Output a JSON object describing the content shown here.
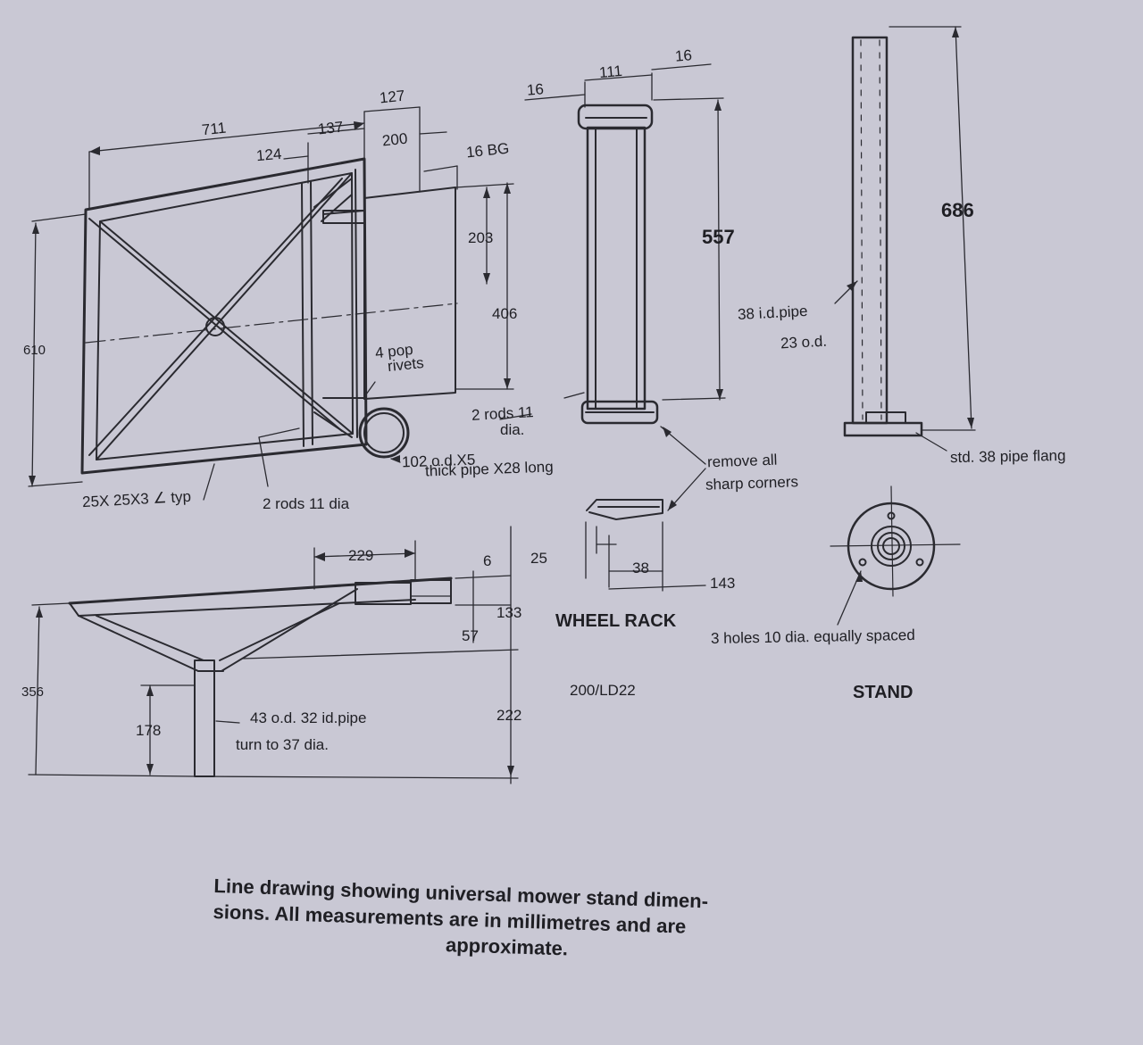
{
  "main_frame": {
    "dims": {
      "d711": "711",
      "d137": "137",
      "d124": "124",
      "d127": "127",
      "d200": "200",
      "d16bg": "16 BG",
      "d203": "203",
      "d406": "406",
      "d610": "610"
    },
    "notes": {
      "pop_rivets_1": "4 pop",
      "pop_rivets_2": "rivets",
      "rods_right_1": "2 rods 11",
      "rods_right_2": "dia.",
      "pipe_1": "102 o.d.X5",
      "pipe_2": "thick pipe X28 long",
      "angle": "25X 25X3 ∠ typ",
      "rods_bottom": "2 rods 11 dia"
    }
  },
  "side_view": {
    "dims": {
      "d229": "229",
      "d6": "6",
      "d133": "133",
      "d57": "57",
      "d222": "222",
      "d356": "356",
      "d178": "178"
    },
    "notes": {
      "pipe_1": "43 o.d. 32 id.pipe",
      "pipe_2": "turn to 37 dia."
    }
  },
  "wheel_rack": {
    "title": "WHEEL RACK",
    "code": "200/LD22",
    "dims": {
      "d16a": "16",
      "d111": "111",
      "d16b": "16",
      "d557": "557",
      "d25": "25",
      "d38": "38",
      "d143": "143"
    },
    "notes": {
      "corners_1": "remove all",
      "corners_2": "sharp corners"
    }
  },
  "stand": {
    "title": "STAND",
    "dims": {
      "d686": "686"
    },
    "notes": {
      "pipe_1": "38 i.d.pipe",
      "pipe_2": "23 o.d.",
      "flange": "std. 38 pipe flang",
      "holes": "3 holes 10 dia. equally spaced"
    }
  },
  "caption": {
    "line1": "Line drawing showing universal mower stand dimen-",
    "line2": "sions. All measurements are in millimetres and are",
    "line3": "approximate."
  },
  "colors": {
    "paper": "#c9c8d4",
    "ink": "#2a2a30"
  }
}
